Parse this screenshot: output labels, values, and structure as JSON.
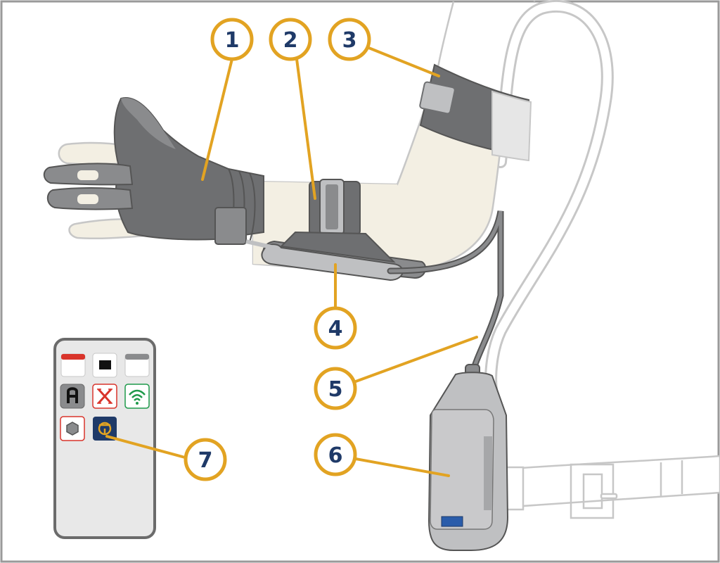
{
  "colors": {
    "frame": "#9a9a9a",
    "outline_light": "#c7c7c7",
    "skin": "#f3efe3",
    "device_dark": "#6e6f71",
    "device_mid": "#8a8b8d",
    "device_light": "#bfc0c2",
    "strap_light": "#e6e6e6",
    "callout": "#e2a322",
    "callout_text": "#1f3a68",
    "phone_body": "#e8e8e8",
    "phone_frame": "#6b6b6b",
    "hub_blue": "#2a5caa",
    "app_red": "#d9342b",
    "app_green": "#1f9a4b",
    "app_navy": "#1f3a68"
  },
  "icons": {
    "app_red_top": "calendar-icon",
    "app_black": "video-icon",
    "app_gray_top": "message-icon",
    "app_a": "letter-a-app-icon",
    "app_x": "x-app-icon",
    "app_wifi": "wifi-icon",
    "app_hex": "hexagon-icon",
    "app_companion": "companion-app-icon"
  },
  "callouts": [
    {
      "id": "1",
      "label": "1"
    },
    {
      "id": "2",
      "label": "2"
    },
    {
      "id": "3",
      "label": "3"
    },
    {
      "id": "4",
      "label": "4"
    },
    {
      "id": "5",
      "label": "5"
    },
    {
      "id": "6",
      "label": "6"
    },
    {
      "id": "7",
      "label": "7"
    }
  ]
}
